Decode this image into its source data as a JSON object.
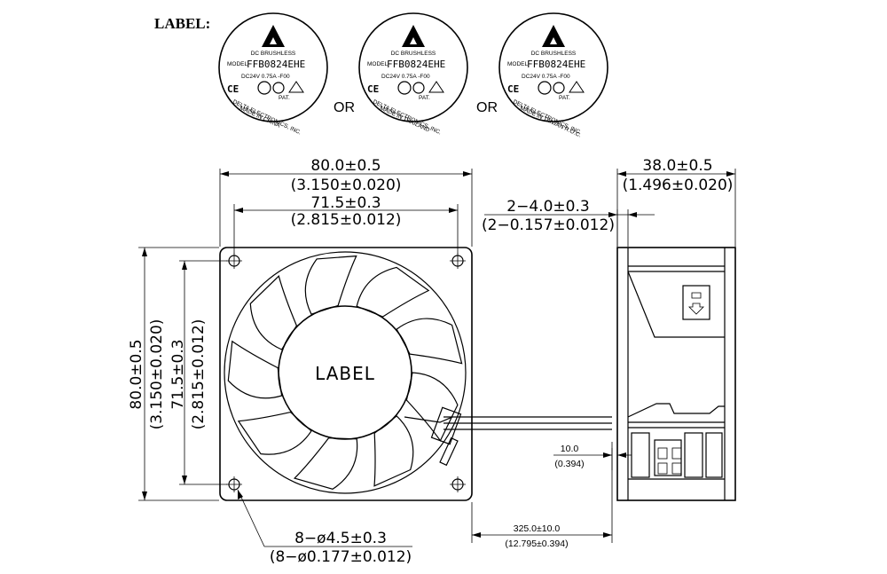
{
  "header": {
    "label_title": "LABEL:"
  },
  "labels": [
    {
      "brand": "DC BRUSHLESS",
      "model_prefix": "MODEL",
      "model": "FFB0824EHE",
      "rating": "DC24V  0.75A  -F00",
      "pat": "PAT.",
      "maker": "DELTA ELECTRONICS, INC.",
      "origin": "MADE IN CHINA"
    },
    {
      "brand": "DC BRUSHLESS",
      "model_prefix": "MODEL",
      "model": "FFB0824EHE",
      "rating": "DC24V  0.75A  -F00",
      "pat": "PAT.",
      "maker": "DELTA ELECTRONICS, INC.",
      "origin": "MADE IN THAILAND"
    },
    {
      "brand": "DC BRUSHLESS",
      "model_prefix": "MODEL",
      "model": "FFB0824EHE",
      "rating": "DC24V  0.75A  -F00",
      "pat": "PAT.",
      "maker": "DELTA ELECTRONICS, INC.",
      "origin": "MADE IN TAIWAN R.O.C."
    }
  ],
  "separators": [
    "OR",
    "OR"
  ],
  "front_view": {
    "center_label": "LABEL",
    "width_dim": "80.0±0.5",
    "width_dim_in": "(3.150±0.020)",
    "hole_pitch_dim": "71.5±0.3",
    "hole_pitch_dim_in": "(2.815±0.012)",
    "height_dim": "80.0±0.5",
    "height_dim_in": "(3.150±0.020)",
    "hole_pitch_v_dim": "71.5±0.3",
    "hole_pitch_v_dim_in": "(2.815±0.012)",
    "hole_dim": "8−ø4.5±0.3",
    "hole_dim_in": "(8−ø0.177±0.012)"
  },
  "side_view": {
    "depth_dim": "38.0±0.5",
    "depth_dim_in": "(1.496±0.020)",
    "flange_dim": "2−4.0±0.3",
    "flange_dim_in": "(2−0.157±0.012)",
    "strip_dim": "10.0",
    "strip_dim_in": "(0.394)",
    "lead_dim": "325.0±10.0",
    "lead_dim_in": "(12.795±0.394)"
  }
}
